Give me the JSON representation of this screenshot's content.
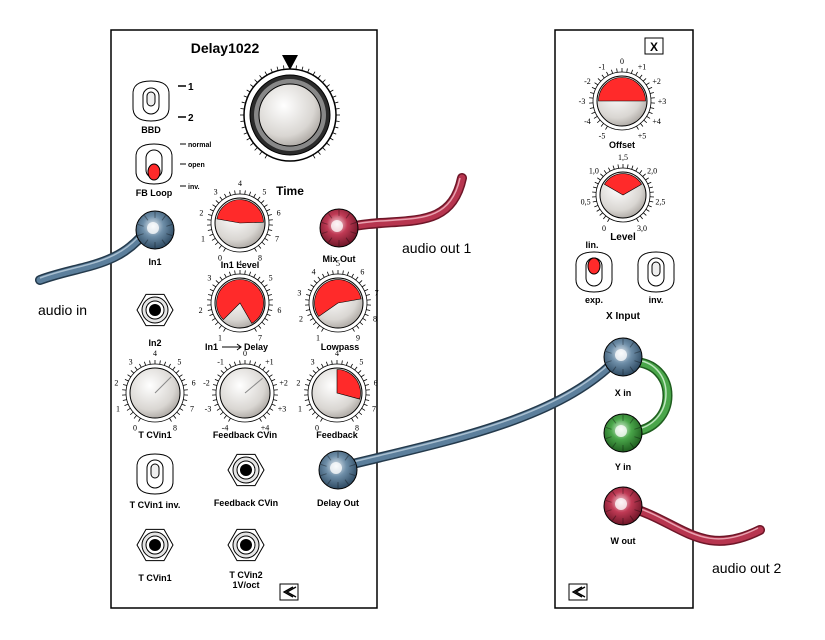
{
  "colors": {
    "red": "#ff2a2a",
    "blue_cable": "#4c6f8c",
    "red_cable": "#b02b45",
    "green_cable": "#3f9a3f"
  },
  "delay": {
    "title": "Delay1022",
    "bbd": {
      "label": "BBD",
      "pos1": "1",
      "pos2": "2"
    },
    "fb_loop": {
      "label": "FB Loop",
      "normal": "normal",
      "open": "open",
      "inv": "inv."
    },
    "time_label": "Time",
    "in1": "In1",
    "in1_level": {
      "label": "In1 Level",
      "scale": [
        "0",
        "1",
        "2",
        "3",
        "4",
        "5",
        "6",
        "7",
        "8"
      ]
    },
    "mix_out": "Mix Out",
    "in2": "In2",
    "in1_delay": {
      "label_left": "In1",
      "label_right": "Delay",
      "scale": [
        "1",
        "2",
        "3",
        "4",
        "5",
        "6",
        "7"
      ]
    },
    "lowpass": {
      "label": "Lowpass",
      "scale": [
        "1",
        "2",
        "3",
        "4",
        "5",
        "6",
        "7",
        "8",
        "9"
      ]
    },
    "t_cvin1_knob": {
      "label": "T CVin1",
      "scale": [
        "0",
        "1",
        "2",
        "3",
        "4",
        "5",
        "6",
        "7",
        "8"
      ]
    },
    "feedback_cvin_knob": {
      "label": "Feedback CVin",
      "scale": [
        "-4",
        "-3",
        "-2",
        "-1",
        "0",
        "+1",
        "+2",
        "+3",
        "+4"
      ]
    },
    "feedback_knob": {
      "label": "Feedback",
      "scale": [
        "0",
        "1",
        "2",
        "3",
        "4",
        "5",
        "6",
        "7",
        "8"
      ]
    },
    "t_cvin1_inv": "T CVin1 inv.",
    "feedback_cvin_jack": "Feedback CVin",
    "delay_out": "Delay Out",
    "t_cvin1_jack": "T CVin1",
    "t_cvin2": {
      "line1": "T CVin2",
      "line2": "1V/oct"
    }
  },
  "x_module": {
    "badge": "X",
    "offset": {
      "label": "Offset",
      "scale": [
        "-5",
        "-4",
        "-3",
        "-2",
        "-1",
        "0",
        "+1",
        "+2",
        "+3",
        "+4",
        "+5"
      ]
    },
    "level": {
      "label": "Level",
      "scale": [
        "0",
        "0,5",
        "1,0",
        "1,5",
        "2,0",
        "2,5",
        "3,0"
      ]
    },
    "lin": "lin.",
    "exp": "exp.",
    "inv": "inv.",
    "x_input": "X Input",
    "x_in": "X in",
    "y_in": "Y in",
    "w_out": "W out"
  },
  "external": {
    "audio_in": "audio in",
    "audio_out_1": "audio out 1",
    "audio_out_2": "audio out 2"
  }
}
